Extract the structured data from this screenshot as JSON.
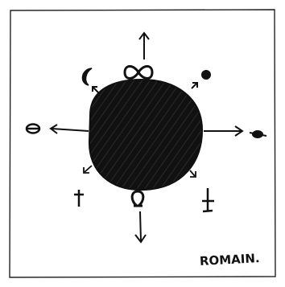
{
  "signature": "ROMAIN.",
  "colors": {
    "ink": "#111111",
    "paper": "#ffffff",
    "frame": "#222222"
  },
  "icons": {
    "top": "infinity-symbol",
    "top_right": "filled-dot",
    "right": "tilted-disc",
    "bottom_right": "dagger-hook",
    "bottom": "omega-symbol",
    "bottom_left": "dagger-cross",
    "left": "theta-eye",
    "top_left": "crescent-moon"
  }
}
